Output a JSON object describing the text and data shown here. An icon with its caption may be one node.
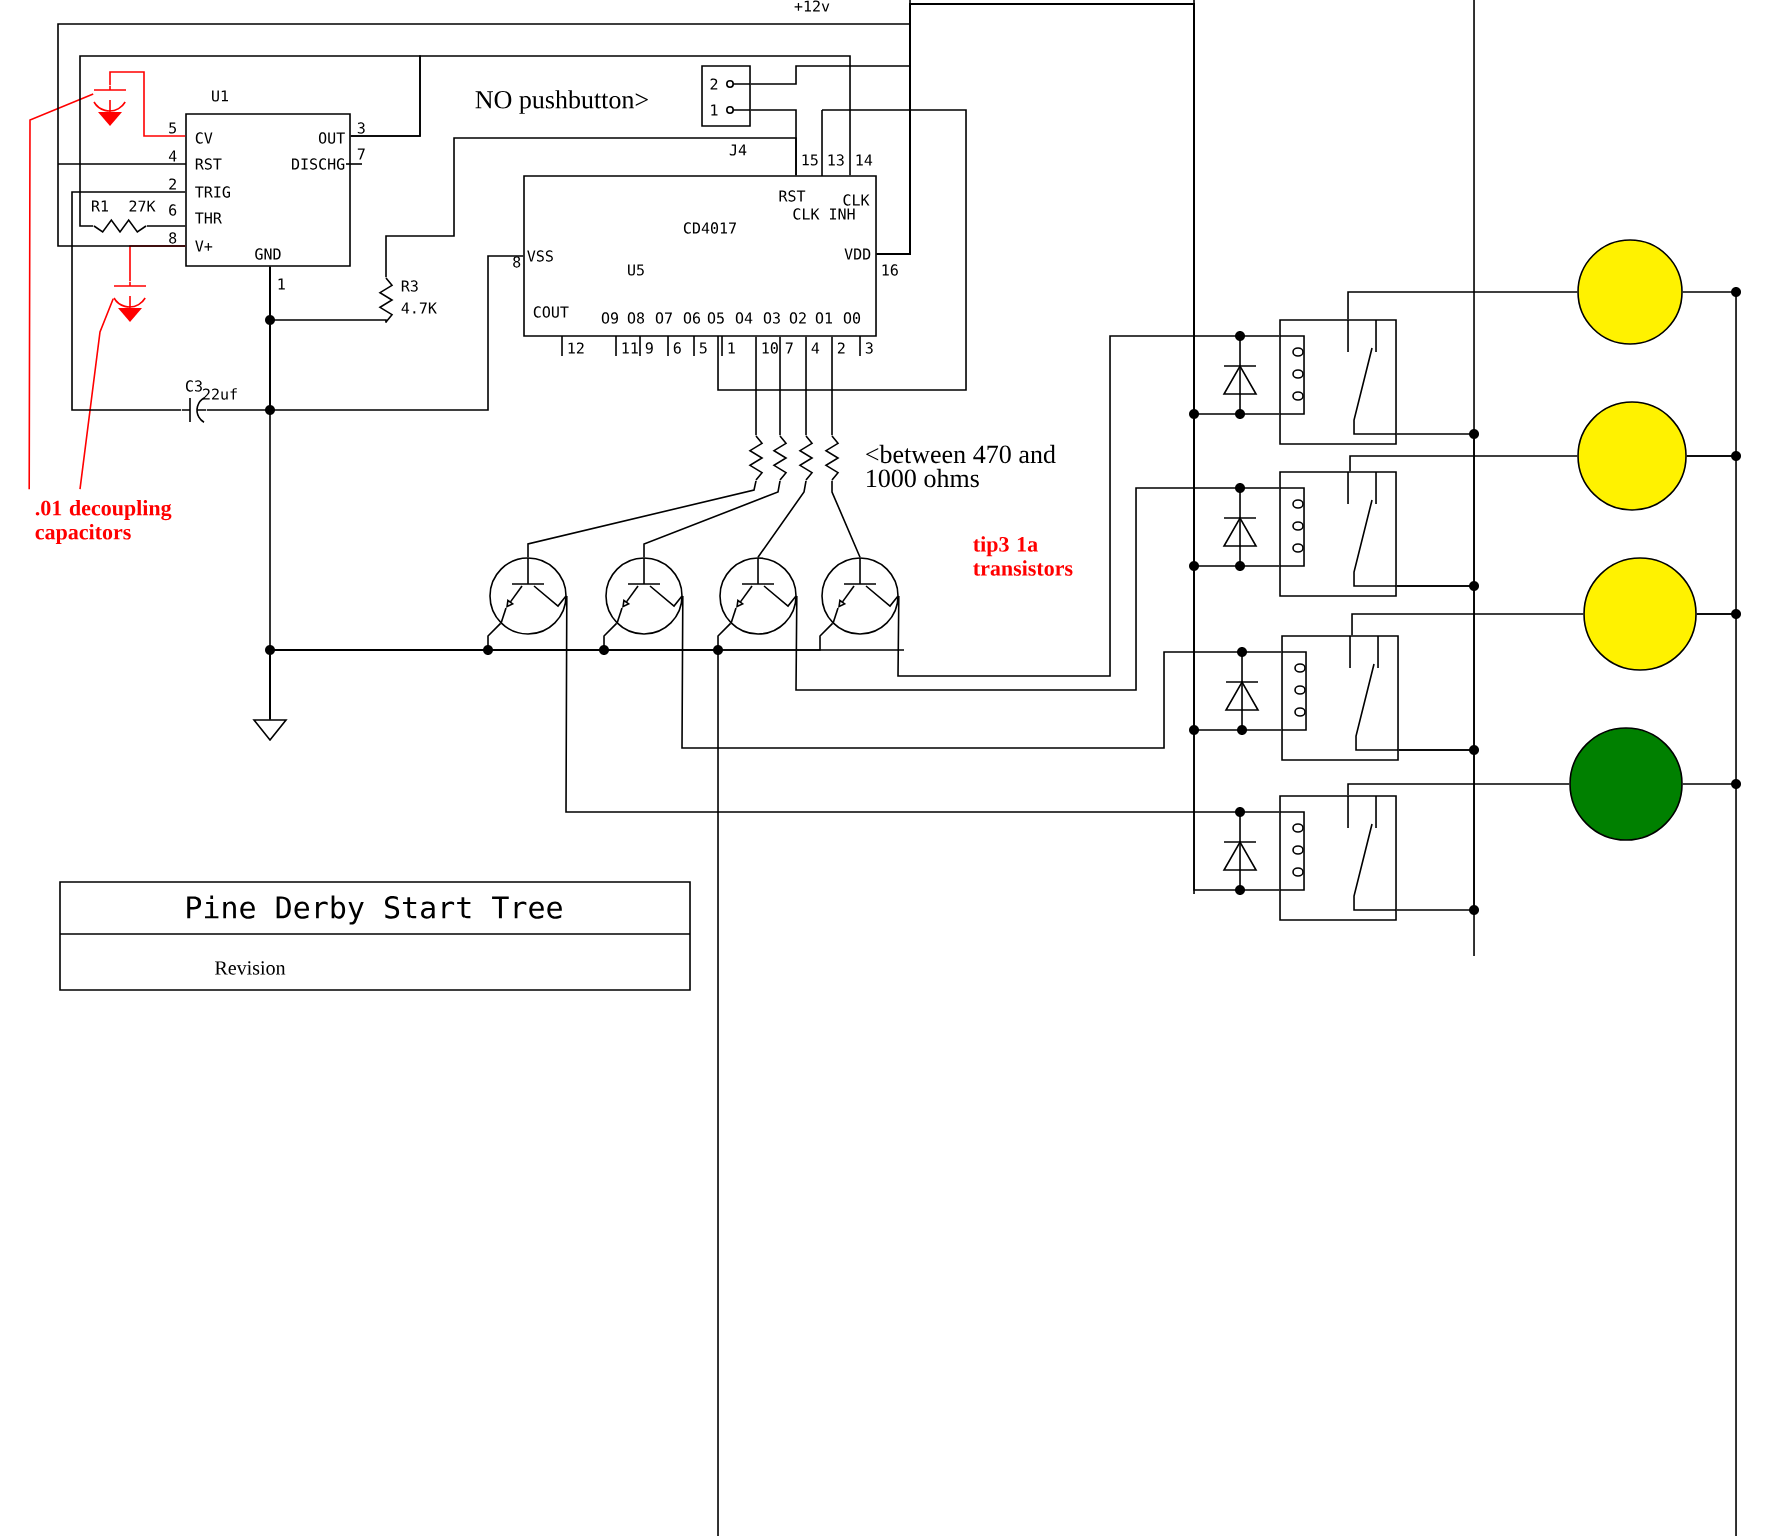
{
  "diagram": {
    "title": "Pine Derby Start Tree",
    "nodes": [
      {
        "text": [
          "U1"
        ]
      },
      {
        "text": [
          "CD4017",
          "U5"
        ]
      },
      {
        "text": [
          "2",
          "1"
        ],
        "beside": [
          "J4"
        ]
      },
      {
        "text": [
          "R1",
          "27K"
        ]
      },
      {
        "text": [
          "R3",
          "4.7K"
        ]
      },
      {
        "text": [
          "C3",
          "22uf"
        ]
      },
      {
        "text": [],
        "shape": "resistor"
      },
      {
        "text": [],
        "shape": "resistor"
      },
      {
        "text": [],
        "shape": "resistor"
      },
      {
        "text": [],
        "shape": "resistor"
      },
      {
        "text": [],
        "shape": "circle"
      },
      {
        "text": [],
        "shape": "circle"
      },
      {
        "text": [],
        "shape": "circle"
      },
      {
        "text": [],
        "shape": "circle"
      },
      {
        "text": [],
        "shape": "box"
      },
      {
        "text": [],
        "shape": "box"
      },
      {
        "text": [],
        "shape": "box"
      },
      {
        "text": [],
        "shape": "box"
      },
      {
        "text": [],
        "shape": "circle"
      },
      {
        "text": [],
        "shape": "circle"
      },
      {
        "text": [],
        "shape": "circle"
      },
      {
        "text": [],
        "shape": "circle"
      },
      {
        "text": [
          "Revision"
        ]
      },
      {
        "text": [
          ".01 decoupling capacitors"
        ]
      },
      {
        "text": [],
        "shape": "capacitor"
      },
      {
        "text": [],
        "shape": "capacitor"
      },
      {
        "text": [],
        "shape": "ground"
      }
    ],
    "edges": [
      {
        "from": 0,
        "to": 1,
        "arrow": "none"
      },
      {
        "from": 2,
        "to": 1,
        "arrow": "none"
      },
      {
        "from": 4,
        "to": 1,
        "arrow": "none"
      },
      {
        "from": 3,
        "to": 0,
        "arrow": "none"
      },
      {
        "from": 5,
        "to": 0,
        "arrow": "none"
      },
      {
        "from": 1,
        "to": 6,
        "arrow": "none"
      },
      {
        "from": 1,
        "to": 7,
        "arrow": "none"
      },
      {
        "from": 1,
        "to": 8,
        "arrow": "none"
      },
      {
        "from": 1,
        "to": 9,
        "arrow": "none"
      },
      {
        "from": 6,
        "to": 10,
        "arrow": "none"
      },
      {
        "from": 7,
        "to": 11,
        "arrow": "none"
      },
      {
        "from": 8,
        "to": 12,
        "arrow": "none"
      },
      {
        "from": 9,
        "to": 13,
        "arrow": "none"
      },
      {
        "from": 13,
        "to": 14,
        "arrow": "none"
      },
      {
        "from": 12,
        "to": 15,
        "arrow": "none"
      },
      {
        "from": 11,
        "to": 16,
        "arrow": "none"
      },
      {
        "from": 10,
        "to": 17,
        "arrow": "none"
      },
      {
        "from": 14,
        "to": 18,
        "arrow": "none"
      },
      {
        "from": 15,
        "to": 19,
        "arrow": "none"
      },
      {
        "from": 16,
        "to": 20,
        "arrow": "none"
      },
      {
        "from": 17,
        "to": 21,
        "arrow": "none"
      },
      {
        "from": 23,
        "to": 25,
        "arrow": "none",
        "color": "#ff0000"
      },
      {
        "from": 23,
        "to": 24,
        "arrow": "none",
        "color": "#ff0000"
      },
      {
        "from": 24,
        "to": 0,
        "arrow": "none",
        "color": "#ff0000"
      },
      {
        "from": 25,
        "to": 0,
        "arrow": "none",
        "color": "#ff0000"
      },
      {
        "from": 0,
        "to": 26,
        "arrow": "none"
      },
      {
        "from": 10,
        "to": 26,
        "arrow": "none"
      },
      {
        "from": 11,
        "to": 26,
        "arrow": "none"
      },
      {
        "from": 12,
        "to": 26,
        "arrow": "none"
      },
      {
        "from": 13,
        "to": 26,
        "arrow": "none"
      },
      {
        "from": 4,
        "to": 0,
        "arrow": "none"
      },
      {
        "from": 1,
        "to": 0,
        "arrow": "none"
      },
      {
        "from": 0,
        "to": 1,
        "arrow": "none"
      },
      {
        "from": 3,
        "to": 0,
        "arrow": "none"
      },
      {
        "from": 5,
        "to": 0,
        "arrow": "none"
      },
      {
        "from": 2,
        "to": 1,
        "arrow": "none"
      },
      {
        "from": 1,
        "to": 14,
        "arrow": "none"
      },
      {
        "from": 1,
        "to": 15,
        "arrow": "none"
      },
      {
        "from": 1,
        "to": 16,
        "arrow": "none"
      },
      {
        "from": 1,
        "to": 17,
        "arrow": "none"
      },
      {
        "from": 14,
        "to": 15,
        "arrow": "none"
      },
      {
        "from": 15,
        "to": 16,
        "arrow": "none"
      },
      {
        "from": 16,
        "to": 17,
        "arrow": "none"
      },
      {
        "from": 18,
        "to": 19,
        "arrow": "none"
      },
      {
        "from": 19,
        "to": 20,
        "arrow": "none"
      },
      {
        "from": 20,
        "to": 21,
        "arrow": "none"
      }
    ],
    "labels": [
      "+12v",
      "5",
      "CV",
      "4",
      "RST",
      "2",
      "TRIG",
      "6",
      "THR",
      "8",
      "V+",
      "3",
      "OUT",
      "7",
      "DISCHG",
      "GND",
      "1",
      "NO pushbutton>",
      "15",
      "13",
      "14",
      "RST",
      "CLK",
      "CLK INH",
      "8",
      "VSS",
      "VDD",
      "16",
      "COUT",
      "O9",
      "O8",
      "O7",
      "O6",
      "O5",
      "O4",
      "O3",
      "O2",
      "O1",
      "O0",
      "12",
      "11",
      "9",
      "6",
      "5",
      "1",
      "10",
      "7",
      "4",
      "2",
      "3",
      "<between 470 and 1000 ohms",
      "tip3 1a transistors"
    ]
  }
}
